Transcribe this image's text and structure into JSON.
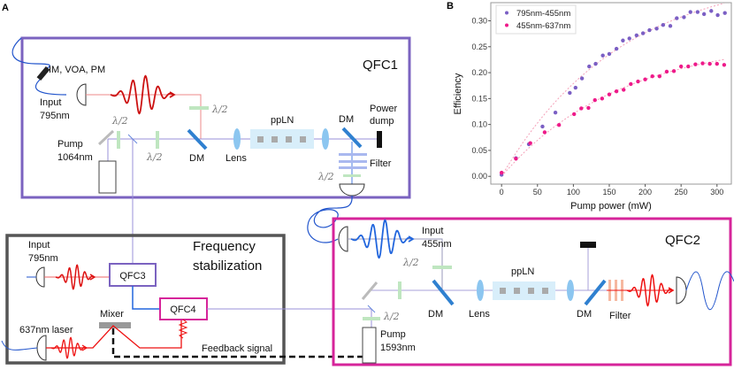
{
  "panels": {
    "a": "A",
    "b": "B"
  },
  "qfc1": {
    "title": "QFC1",
    "modulators": "IM, VOA, PM",
    "input": [
      "Input",
      "795nm"
    ],
    "pump": [
      "Pump",
      "1064nm"
    ],
    "halfwave": "λ/2",
    "dm": "DM",
    "lens": "Lens",
    "crystal": "ppLN",
    "power_dump": [
      "Power",
      "dump"
    ],
    "filter": "Filter",
    "colors": {
      "border": "#7b63c0",
      "pulse": "#cc1111",
      "pump_beam": "#9a90d8"
    }
  },
  "stab": {
    "title": [
      "Frequency",
      "stabilization"
    ],
    "input": [
      "Input",
      "795nm"
    ],
    "qfc3": "QFC3",
    "qfc4": "QFC4",
    "mixer": "Mixer",
    "laser": "637nm laser",
    "feedback": "Feedback signal",
    "colors": {
      "border": "#555555"
    }
  },
  "qfc2": {
    "title": "QFC2",
    "input": [
      "Input",
      "455nm"
    ],
    "pump": [
      "Pump",
      "1593nm"
    ],
    "halfwave": "λ/2",
    "dm": "DM",
    "lens": "Lens",
    "crystal": "ppLN",
    "filter": "Filter",
    "colors": {
      "border": "#d6249a",
      "pulse_in": "#2266dd",
      "pulse_out": "#ee1111"
    }
  },
  "chart_data": {
    "type": "scatter",
    "xlabel": "Pump power (mW)",
    "ylabel": "Efficiency",
    "xlim": [
      -15,
      320
    ],
    "ylim": [
      -0.015,
      0.335
    ],
    "xticks": [
      0,
      50,
      100,
      150,
      200,
      250,
      300
    ],
    "yticks": [
      0.0,
      0.05,
      0.1,
      0.15,
      0.2,
      0.25,
      0.3
    ],
    "legend_position": "top-left",
    "series": [
      {
        "name": "795nm-455nm",
        "color": "#7b5fc4",
        "fit": {
          "A": 0.394,
          "k": 165
        },
        "x": [
          0,
          20,
          38,
          57,
          75,
          95,
          103,
          112,
          122,
          131,
          141,
          150,
          160,
          169,
          178,
          188,
          197,
          206,
          216,
          225,
          235,
          244,
          254,
          263,
          273,
          282,
          292,
          301,
          311
        ],
        "y": [
          0.003,
          0.035,
          0.062,
          0.096,
          0.123,
          0.161,
          0.171,
          0.189,
          0.212,
          0.217,
          0.233,
          0.236,
          0.246,
          0.262,
          0.266,
          0.272,
          0.276,
          0.282,
          0.285,
          0.292,
          0.29,
          0.305,
          0.307,
          0.317,
          0.317,
          0.313,
          0.319,
          0.311,
          0.315
        ]
      },
      {
        "name": "455nm-637nm",
        "color": "#ee1a8a",
        "fit": {
          "A": 0.266,
          "k": 165
        },
        "x": [
          0,
          20,
          40,
          60,
          80,
          101,
          111,
          121,
          130,
          140,
          150,
          160,
          170,
          180,
          190,
          200,
          210,
          220,
          230,
          240,
          250,
          260,
          270,
          280,
          290,
          300,
          310
        ],
        "y": [
          0.007,
          0.034,
          0.064,
          0.085,
          0.099,
          0.12,
          0.131,
          0.132,
          0.147,
          0.15,
          0.158,
          0.164,
          0.167,
          0.178,
          0.183,
          0.187,
          0.193,
          0.193,
          0.202,
          0.203,
          0.212,
          0.212,
          0.216,
          0.218,
          0.217,
          0.217,
          0.215
        ]
      }
    ]
  }
}
